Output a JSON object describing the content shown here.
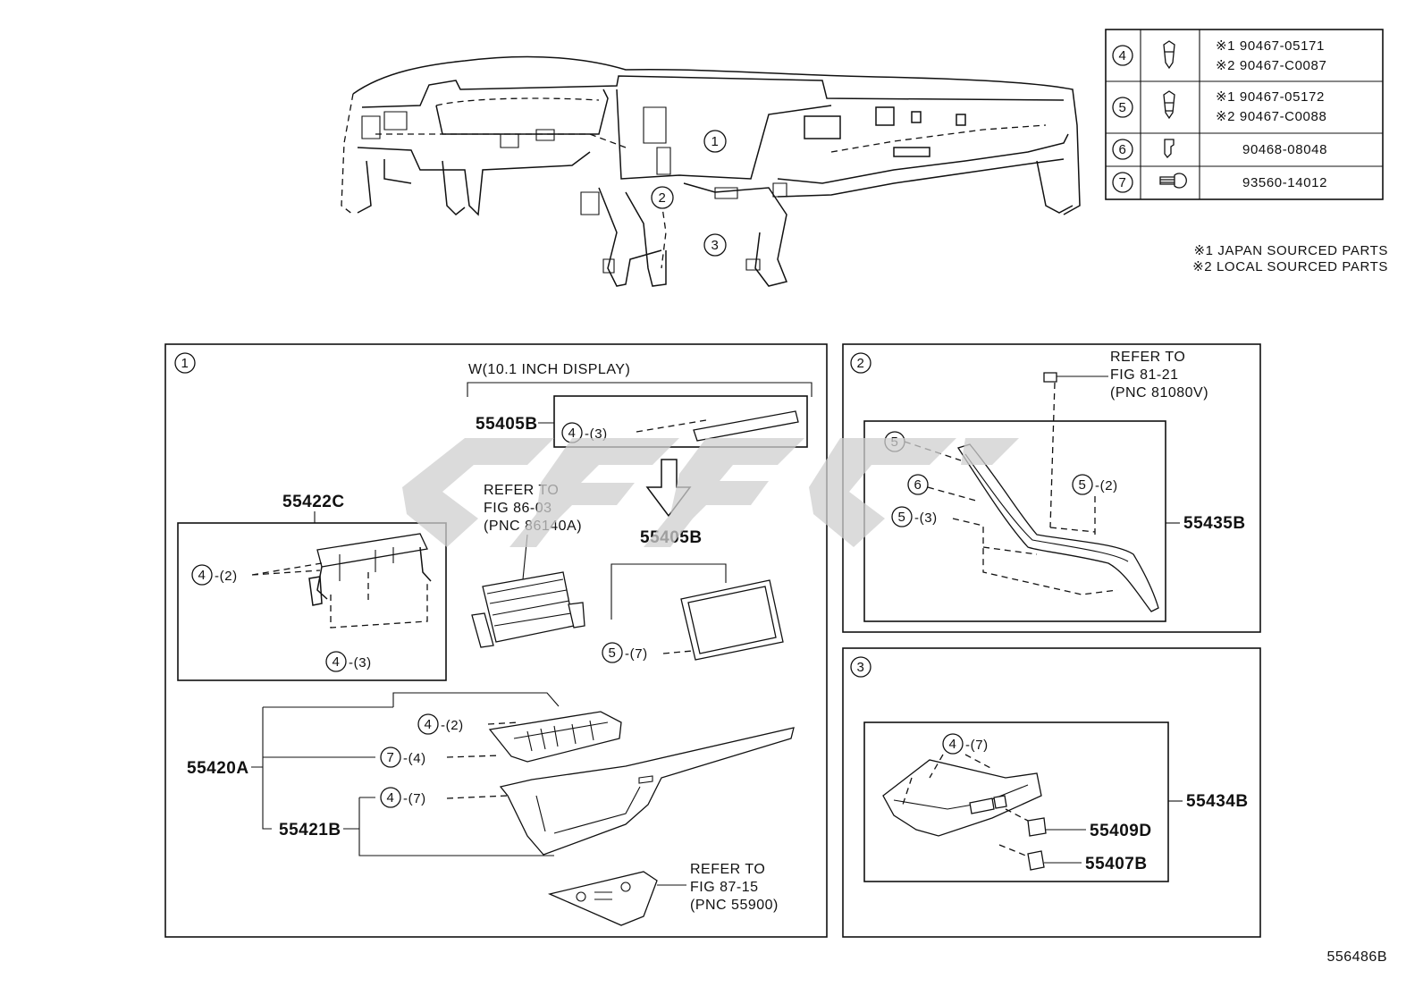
{
  "legend_table": {
    "rows": [
      {
        "ref": "4",
        "icon": "clip-icon",
        "lines": [
          "※1 90467-05171",
          "※2 90467-C0087"
        ]
      },
      {
        "ref": "5",
        "icon": "clip-icon",
        "lines": [
          "※1 90467-05172",
          "※2 90467-C0088"
        ]
      },
      {
        "ref": "6",
        "icon": "clip-icon",
        "lines": [
          "90468-08048"
        ]
      },
      {
        "ref": "7",
        "icon": "screw-icon",
        "lines": [
          "93560-14012"
        ]
      }
    ],
    "notes": [
      "※1 JAPAN SOURCED PARTS",
      "※2 LOCAL SOURCED PARTS"
    ]
  },
  "overview": {
    "callouts": [
      "1",
      "2",
      "3"
    ]
  },
  "panel1": {
    "number": "1",
    "variant_label": "W(10.1 INCH DISPLAY)",
    "parts": {
      "p55405B_top": "55405B",
      "p55405B": "55405B",
      "p55422C": "55422C",
      "p55420A": "55420A",
      "p55421B": "55421B"
    },
    "clip_refs": [
      {
        "num": "4",
        "qty": "-(3)"
      },
      {
        "num": "4",
        "qty": "-(2)"
      },
      {
        "num": "4",
        "qty": "-(3)"
      },
      {
        "num": "5",
        "qty": "-(7)"
      },
      {
        "num": "4",
        "qty": "-(2)"
      },
      {
        "num": "7",
        "qty": "-(4)"
      },
      {
        "num": "4",
        "qty": "-(7)"
      }
    ],
    "refer_a": [
      "REFER TO",
      "FIG 86-03",
      "(PNC 86140A)"
    ],
    "refer_b": [
      "REFER TO",
      "FIG 87-15",
      "(PNC 55900)"
    ]
  },
  "panel2": {
    "number": "2",
    "refer": [
      "REFER TO",
      "FIG 81-21",
      "(PNC 81080V)"
    ],
    "part": "55435B",
    "clip_refs": [
      {
        "num": "5",
        "qty": ""
      },
      {
        "num": "6",
        "qty": ""
      },
      {
        "num": "5",
        "qty": "-(3)"
      },
      {
        "num": "5",
        "qty": "-(2)"
      }
    ]
  },
  "panel3": {
    "number": "3",
    "parts": {
      "p55434B": "55434B",
      "p55409D": "55409D",
      "p55407B": "55407B"
    },
    "clip_refs": [
      {
        "num": "4",
        "qty": "-(7)"
      }
    ]
  },
  "figure_id": "556486B"
}
